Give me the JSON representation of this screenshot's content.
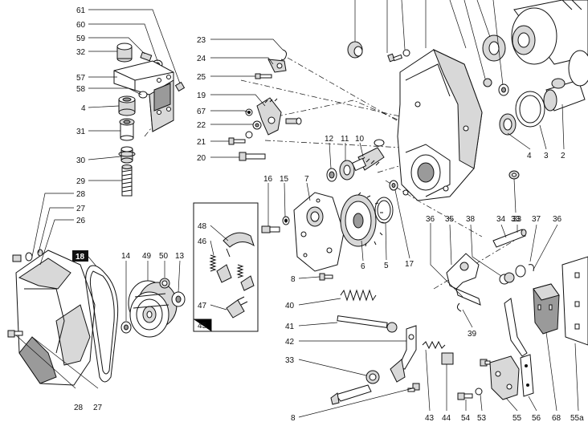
{
  "diagram": {
    "type": "exploded parts diagram",
    "line_color": "#111111",
    "fill_light": "#ffffff",
    "fill_shade": "#d8d8d8",
    "fill_dark": "#9a9a9a",
    "boxed_label_bg": "#111111",
    "labels": {
      "l61": "61",
      "l60": "60",
      "l59": "59",
      "l32": "32",
      "l57": "57",
      "l58": "58",
      "l4a": "4",
      "l31": "31",
      "l30": "30",
      "l29": "29",
      "l23": "23",
      "l24": "24",
      "l25": "25",
      "l19": "19",
      "l67": "67",
      "l22": "22",
      "l21": "21",
      "l20": "20",
      "l12": "12",
      "l11": "11",
      "l10": "10",
      "l16": "16",
      "l15": "15",
      "l7": "7",
      "l6": "6",
      "l5": "5",
      "l17": "17",
      "l8a": "8",
      "l4b": "4",
      "l3": "3",
      "l2": "2",
      "l33a": "33",
      "l36a": "36",
      "l35": "35",
      "l38": "38",
      "l34": "34",
      "l33b": "33",
      "l37": "37",
      "l36b": "36",
      "l39": "39",
      "l28a": "28",
      "l27a": "27",
      "l26": "26",
      "l18": "18",
      "l14": "14",
      "l49": "49",
      "l50": "50",
      "l13": "13",
      "l48": "48",
      "l46": "46",
      "l47": "47",
      "l45": "45",
      "l40": "40",
      "l41": "41",
      "l42": "42",
      "l33c": "33",
      "l8b": "8",
      "l28b": "28",
      "l27b": "27",
      "l43": "43",
      "l44": "44",
      "l54": "54",
      "l53": "53",
      "l55": "55",
      "l56": "56",
      "l68": "68",
      "l55a": "55a"
    }
  }
}
